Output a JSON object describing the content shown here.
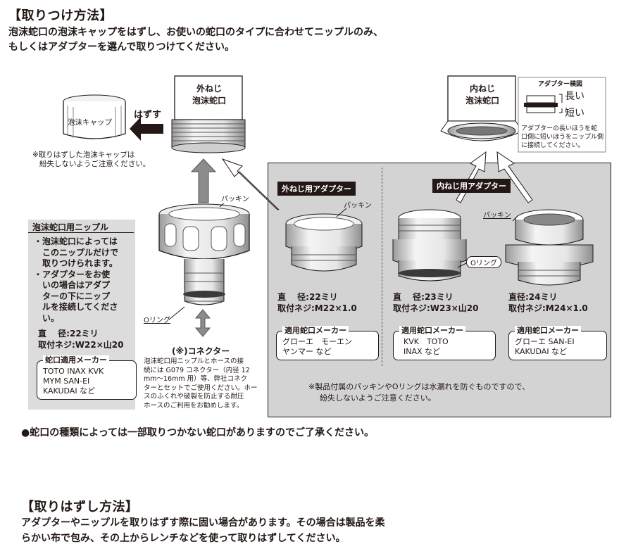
{
  "attach": {
    "title": "【取りつけ方法】",
    "intro_line1": "泡沫蛇口の泡沫キャップをはずし、お使いの蛇口のタイプに合わせてニップルのみ、",
    "intro_line2": "もしくはアダプターを選んで取りつけてください。"
  },
  "outer_faucet": {
    "line1": "外ねじ",
    "line2": "泡沫蛇口"
  },
  "inner_faucet": {
    "line1": "内ねじ",
    "line2": "泡沫蛇口"
  },
  "cap": {
    "label": "泡沫キャップ",
    "remove_label": "はずす",
    "note_line1": "※取りはずした泡沫キャップは",
    "note_line2": "紛失しないようご注意ください。"
  },
  "adapter_legend": {
    "title": "アダプター横図",
    "long": "長い",
    "short": "短い",
    "note_line1": "アダプターの長いほうを蛇",
    "note_line2": "口側に短いほうをニップル側",
    "note_line3": "に接続してください。"
  },
  "nipple": {
    "title": "泡沫蛇口用ニップル",
    "desc_lines": [
      "・泡沫蛇口によっては",
      "このニップルだけで",
      "取りつけられます。",
      "・アダプターをお使",
      "いの場合はアダプ",
      "ターの下にニップ",
      "ルを接続してくださ",
      "い。"
    ],
    "diameter": "直　 径:22ミリ",
    "thread": "取付ネジ:W22×山20",
    "maker_title": "蛇口適用メーカー",
    "maker_line1": "TOTO INAX KVK",
    "maker_line2": "MYM SAN-EI",
    "maker_line3": "KAKUDAI など",
    "packing": "パッキン",
    "oring": "Oリング"
  },
  "connector": {
    "label": "(※)コネクター",
    "note_lines": [
      "泡沫蛇口用ニップルとホースの接",
      "続には G079 コネクター（内径 12",
      "mm〜16mm 用）等、弊社コネク",
      "ターとセットでご使用ください。ホー",
      "スのふくれや破裂を防止する耐圧",
      "ホースのご利用をお勧めします。"
    ]
  },
  "outer_adapter": {
    "tag": "外ねじ用アダプター",
    "packing": "パッキン",
    "diameter": "直　 径:22ミリ",
    "thread": "取付ネジ:M22×1.0",
    "maker_title": "適用蛇口メーカー",
    "maker_line1": "グローエ　モーエン",
    "maker_line2": "ヤンマー など"
  },
  "inner_adapter": {
    "tag": "内ねじ用アダプター",
    "packing": "パッキン",
    "oring": "Oリング",
    "a_diameter": "直　 径:23ミリ",
    "a_thread": "取付ネジ:W23×山20",
    "a_maker_title": "適用蛇口メーカー",
    "a_maker_line1": "KVK　TOTO",
    "a_maker_line2": "INAX など",
    "b_diameter": "直径:24ミリ",
    "b_thread": "取付ネジ:M24×1.0",
    "b_maker_title": "適用蛇口メーカー",
    "b_maker_line1": "グローエ SAN-EI",
    "b_maker_line2": "KAKUDAI など"
  },
  "packing_note_line1": "※製品付属のパッキンやOリングは水漏れを防ぐものですので、",
  "packing_note_line2": "紛失しないようご注意ください。",
  "faucet_warning": "●蛇口の種類によっては一部取りつかない蛇口がありますのでご了承ください。",
  "remove": {
    "title": "【取りはずし方法】",
    "line1": "アダプターやニップルを取りはずす際に固い場合があります。その場合は製品を柔",
    "line2": "らかい布で包み、その上からレンチなどを使って取りはずしてください。"
  }
}
